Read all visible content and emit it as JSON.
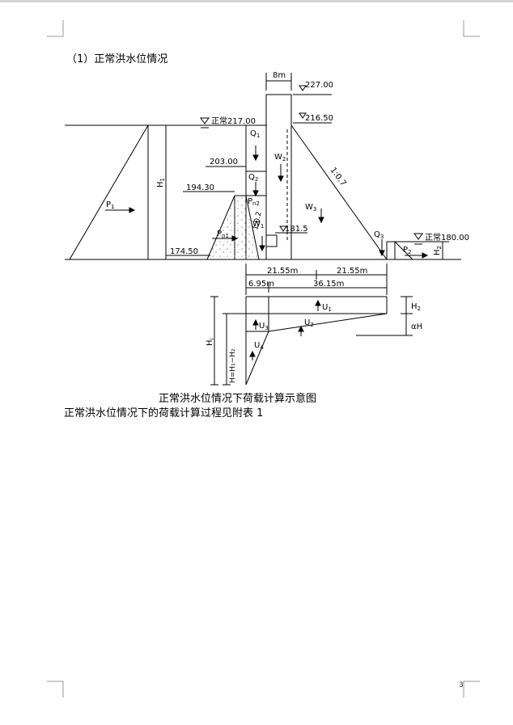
{
  "heading": "（1）正常洪水位情况",
  "caption": "正常洪水位情况下荷载计算示意图",
  "note": "正常洪水位情况下的荷载计算过程见附表 1",
  "page_number": "3",
  "diagram": {
    "dims": {
      "crest_width": "8m",
      "base_left": "21.55m",
      "base_right": "21.55m",
      "toe_left": "6.95m",
      "toe_right": "36.15m"
    },
    "elevations": {
      "crest": "227.00",
      "crest_down": "216.50",
      "normal_up": "正常217.00",
      "e203": "203.00",
      "e194": "194.30",
      "e181": "181.5",
      "base": "174.50",
      "normal_down": "正常180.00"
    },
    "slopes": {
      "downstream": "1:0.7",
      "upstream": "1:0.2"
    },
    "labels": {
      "P": "P",
      "P_sub": "1",
      "Q1": "Q",
      "Q1_sub": "1",
      "Q2": "Q",
      "Q2_sub": "2",
      "Q3": "Q",
      "Q3_sub": "3",
      "W1": "W",
      "W1_sub": "1",
      "W2": "W",
      "W2_sub": "2",
      "W3": "W",
      "W3_sub": "3",
      "Pn2": "P",
      "Pn2_sub": "n2",
      "Pn1": "P",
      "Pn1_sub": "n1",
      "P2": "P",
      "P2_sub": "2",
      "H1": "H",
      "H1_sub": "1",
      "H2_right": "H",
      "H2_right_sub": "2",
      "U1": "U",
      "U1_sub": "1",
      "U2": "U",
      "U2_sub": "2",
      "U3": "U",
      "U3_sub": "3",
      "U4": "U",
      "U4_sub": "4",
      "H2": "H",
      "H2_sub": "2",
      "aH": "αH",
      "Hi": "H",
      "Hi_sub": "i",
      "Hexpr": "H=H₁−H₂"
    }
  }
}
